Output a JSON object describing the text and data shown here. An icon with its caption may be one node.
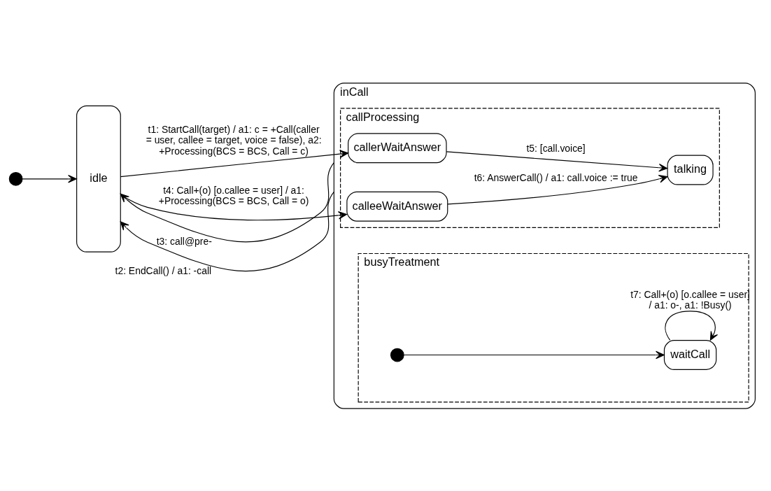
{
  "diagram": {
    "nodes": [
      {
        "text": [],
        "shape": "circle"
      },
      {
        "text": [
          "idle"
        ]
      },
      {
        "text": [
          "inCall"
        ]
      },
      {
        "text": [
          "callProcessing"
        ],
        "in": 2
      },
      {
        "text": [
          "callerWaitAnswer"
        ],
        "in": 3
      },
      {
        "text": [
          "talking"
        ],
        "in": 3
      },
      {
        "text": [
          "calleeWaitAnswer"
        ],
        "in": 3
      },
      {
        "text": [
          "busyTreatment"
        ],
        "in": 2
      },
      {
        "text": [],
        "shape": "circle",
        "in": 7
      },
      {
        "text": [
          "waitCall"
        ],
        "in": 7
      }
    ],
    "edges": [
      {
        "from": 0,
        "to": 1,
        "arrow": "to"
      },
      {
        "from": 1,
        "to": 4,
        "arrow": "to",
        "label": "t1: StartCall(target) / a1: c = +Call(caller = user, callee = target, voice = false), a2: +Processing(BCS = BCS, Call = c)"
      },
      {
        "from": 2,
        "to": 1,
        "arrow": "to",
        "label": "t2: EndCall() / a1: -call"
      },
      {
        "from": 2,
        "to": 1,
        "arrow": "to",
        "label": "t3: call@pre-"
      },
      {
        "from": 1,
        "to": 6,
        "arrow": "to",
        "label": "t4: Call+(o) [o.callee = user] / a1: +Processing(BCS = BCS, Call = o)"
      },
      {
        "from": 4,
        "to": 5,
        "arrow": "to",
        "label": "t5: [call.voice]"
      },
      {
        "from": 6,
        "to": 5,
        "arrow": "to",
        "label": "t6: AnswerCall() / a1: call.voice := true"
      },
      {
        "from": 8,
        "to": 9,
        "arrow": "to"
      },
      {
        "from": 9,
        "to": 9,
        "arrow": "to",
        "label": "t7: Call+(o) [o.callee = user] / a1: o-, a1: !Busy()"
      }
    ]
  }
}
